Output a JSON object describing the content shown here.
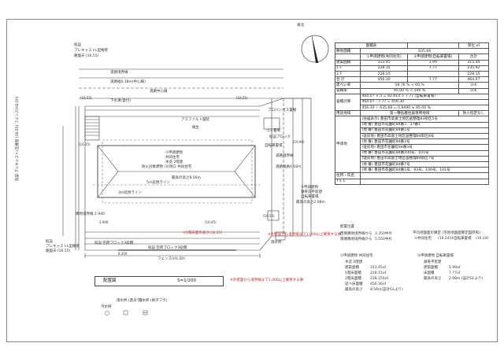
{
  "drawing": {
    "north_label": "真北",
    "site_labels": {
      "prefab_top": [
        "既設",
        "プレキャストL型擁壁",
        "路盤天 (16.55)"
      ],
      "road_boundary_1": "道路境界線",
      "road_boundary_2": "道路幅4.18m(中心線)",
      "road_center": "道路中心線",
      "gutter": "下水溝(蓋付)",
      "road_gutter": "道路側溝",
      "asphalt": "アスファルト舗装",
      "propane": "プロパンガス置場",
      "garbage": "ゴミ置場",
      "planting": "植生",
      "building": [
        "①申請建物",
        "共同住宅",
        "木造 2階建",
        "防火対象建物 (3)項ロ 共同住宅"
      ],
      "max_height": "最高の高さ8.56m",
      "shadow_line": "5ｍ延焼ライン",
      "shadow_line_2": "3ｍ延焼ライン",
      "parking": "自転車置場",
      "block_fence": "既設ブロック",
      "building2": [
        "②申請建物",
        "鉄骨造平屋建",
        "自転車置場",
        "最高の高さ2.98m"
      ],
      "road_width": "道路幅員4.18m",
      "road_label_2": "道路境界線",
      "drain": "雨水桝",
      "prefab_bottom": [
        "既設",
        "プレキャストL型擁壁",
        "路盤天 (16.55)"
      ],
      "bottom_boundary": "フェンス(H1.00)",
      "fence_left": "既設 プレキャストL型擁壁 (16.55) フェンス(H1.00)",
      "adjacent_side": "隣地境界線 2.940",
      "block_1": "既設 空荷ブロック3段積",
      "block_2": "既設 空荷ブロック3段積",
      "elevation_note": "①1階床面の高さ(16.55)",
      "annotation_red": "※外壁面から境界線まで1.000以上確保する事",
      "legend_items": [
        "汚水桝",
        "雨水桝 (蓋あり)",
        "雨水桝 (格子フタ)"
      ],
      "dims": [
        "(16.55)",
        "(16.55)",
        "(16.35)",
        "(16.55)",
        "(16.90)",
        "(16.45)",
        "2.940",
        "8.350"
      ]
    },
    "caption": {
      "title": "配置図",
      "scale": "S=1/200"
    },
    "note_red": "※外壁面から境界線まで1,000以上確保する事"
  },
  "area_table": {
    "header": [
      "面積表",
      "",
      "",
      "単位:㎡"
    ],
    "site_area_label": "敷地面積",
    "site_area_value": "635.66",
    "col_headers": [
      "",
      "①申請建物(共同住宅)",
      "②申請建物(自転車置場)",
      "合計"
    ],
    "building_area": [
      "建築面積",
      "313.45",
      "1.99",
      "315.44"
    ],
    "floor_rows": [
      [
        "1 F",
        "228.15",
        "7.77",
        "235.92"
      ],
      [
        "2 F",
        "228.15",
        "",
        "228.15"
      ],
      [
        "合 計",
        "456.30",
        "7.77",
        "464.07"
      ]
    ],
    "coverage": [
      "建ぺい率",
      "58.76 % < 60 %",
      "O.K"
    ],
    "far": [
      "容積率",
      "95.00 % < 100 %",
      "O.K"
    ],
    "calc_lines": [
      "464.07 × 5 = 92.814 > 7.77 (自転車置場)",
      "464.07 - 7.77 = 456.30",
      "456.30 ÷ 635.66 = 0.9490 ≒ 95.00 %"
    ],
    "calc_label": "容積計算",
    "zoning_label": "用途地域",
    "zoning_value": "第一種低層住居専用地域",
    "fire_value": "防火指定なし",
    "lot_label": "申請地",
    "lot_lines": [
      "(住居表示) 豊田市高富士地区画整理83街区5号",
      "(地 番) 豊田市花園町84番7、17番1",
      "(地 番) 豊田市花園町84番1号",
      "(従前地) 豊田市高富士地区画整理84街区8号",
      "(地 番) 豊田市花園町84番3号",
      "(従前地) 豊田市花園町84番3号",
      "(地 番) 豊田市花園町84番100号、101号",
      "(従前地) 豊田市高富士地区画整理84街区7号",
      "(地 番) 豊田市花園町84番7号",
      "(地 番) 豊田市花園町84番1号、93号、100号、101号"
    ],
    "address_label": "住所・氏名",
    "tel_label": "T E L"
  },
  "notes_left": {
    "title": "配置位置",
    "rows": [
      [
        "西側隣地境界線から",
        "3.350中片"
      ],
      [
        "南側隣地境界線から",
        "5.550中片"
      ]
    ]
  },
  "notes_right": {
    "title": "平均地盤面の算定 (宅地地盤面算定図参照)",
    "rows": [
      [
        "①共同住宅",
        "(16.24)"
      ],
      [
        "②自転車置場",
        "(16.24)"
      ]
    ]
  },
  "summary_1": {
    "title": "①申請建物 共同住宅",
    "sub": "木造 2階建",
    "rows": [
      [
        "建築面積",
        "313.45㎡"
      ],
      [
        "1階床面積",
        "228.15㎡"
      ],
      [
        "2階床面積",
        "228.150㎡"
      ],
      [
        "延べ床面積",
        "456.30㎡"
      ],
      [
        "最高の高さ",
        "8.56m(設計GLより)"
      ]
    ]
  },
  "summary_2": {
    "title": "②申請建物 自転車置場",
    "sub": "鉄骨平屋建",
    "rows": [
      [
        "建築面積",
        "1.99㎡"
      ],
      [
        "床面積",
        "7.77㎡"
      ],
      [
        "最高の高さ",
        "2.98m (設計GLより)"
      ]
    ]
  }
}
